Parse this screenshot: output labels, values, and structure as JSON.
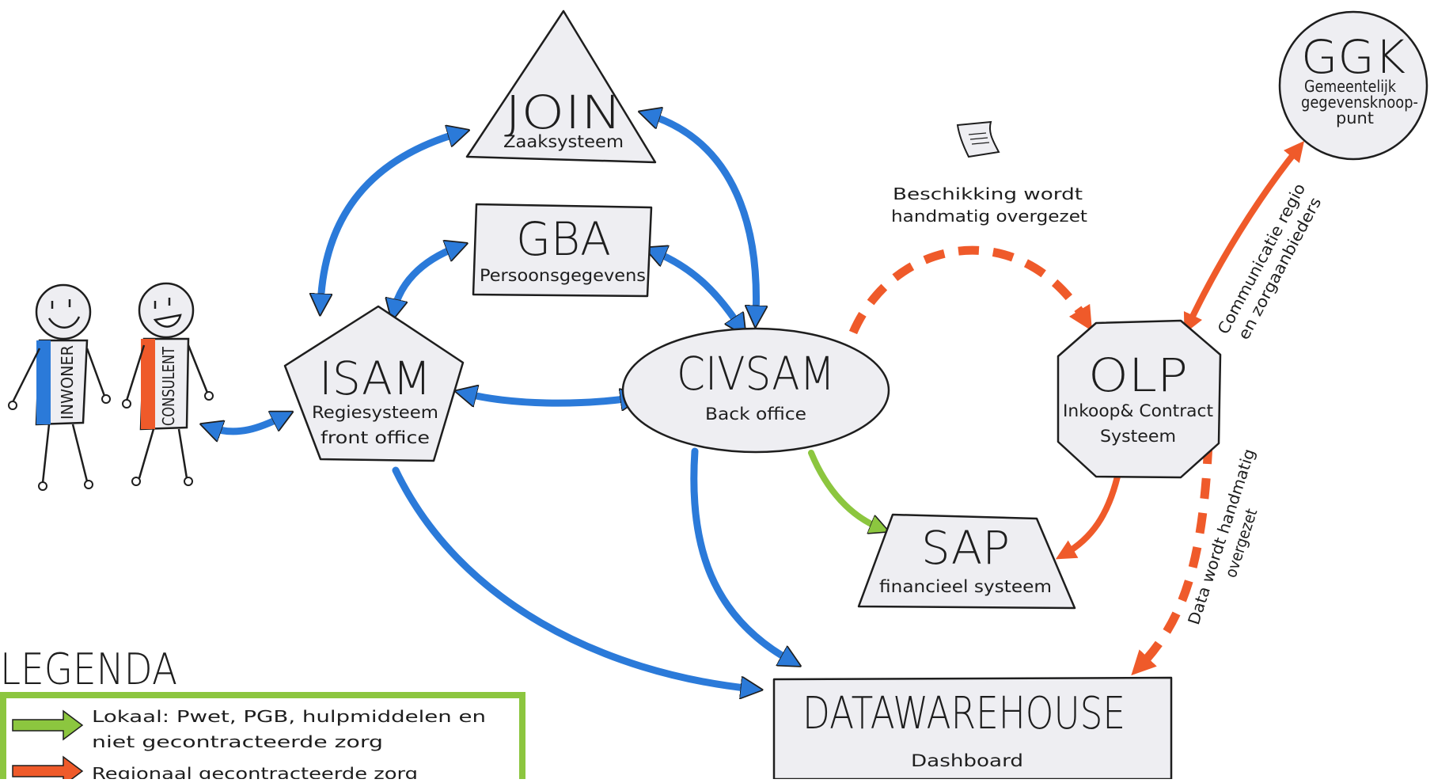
{
  "nodes": {
    "join": {
      "title": "JOIN",
      "subtitle": "Zaaksysteem"
    },
    "gba": {
      "title": "GBA",
      "subtitle": "Persoonsgegevens"
    },
    "isam": {
      "title": "ISAM",
      "subtitle_1": "Regiesysteem",
      "subtitle_2": "front office"
    },
    "civsam": {
      "title": "CIVSAM",
      "subtitle": "Back office"
    },
    "olp": {
      "title": "OLP",
      "subtitle_1": "Inkoop& Contract",
      "subtitle_2": "Systeem"
    },
    "sap": {
      "title": "SAP",
      "subtitle": "financieel systeem"
    },
    "ggk": {
      "title": "GGK",
      "subtitle_1": "Gemeentelijk",
      "subtitle_2": "gegevensknoop-",
      "subtitle_3": "punt"
    },
    "datawarehouse": {
      "title": "DATAWAREHOUSE",
      "subtitle": "Dashboard"
    }
  },
  "actors": {
    "inwoner": "INWONER",
    "consulent": "CONSULENT"
  },
  "annotations": {
    "beschikking_1": "Beschikking wordt",
    "beschikking_2": "handmatig overgezet",
    "communicatie_1": "Communicatie regio",
    "communicatie_2": "en zorgaanbieders",
    "data_1": "Data wordt handmatig",
    "data_2": "overgezet"
  },
  "legend": {
    "title": "LEGENDA",
    "items": [
      {
        "color": "#8cc63f",
        "line_1": "Lokaal: Pwet, PGB, hulpmiddelen en",
        "line_2": "niet gecontracteerde zorg"
      },
      {
        "color": "#ef5a2a",
        "line_1": "Regionaal gecontracteerde zorg",
        "line_2": ""
      }
    ]
  },
  "colors": {
    "blue": "#2b7ad9",
    "orange": "#ef5a2a",
    "green": "#8cc63f",
    "shape_fill": "#eeeef2"
  }
}
